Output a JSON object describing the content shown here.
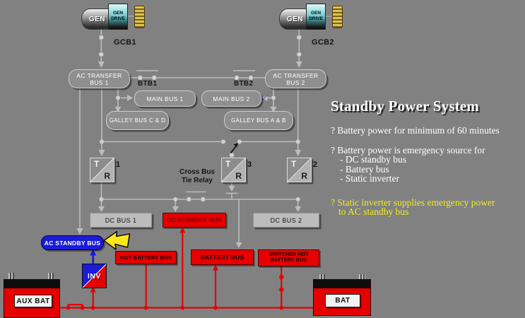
{
  "colors": {
    "background": "#818181",
    "wire_gray": "#bdbdbd",
    "circuit_red": "#e60000",
    "standby_blue": "#1b1bd8",
    "highlight_yellow": "#ffe81a",
    "note_yellow": "#f0ed20"
  },
  "generators": {
    "left": {
      "gen_label": "GEN",
      "drive_line1": "GEN",
      "drive_line2": "DRIVE",
      "breaker_label": "GCB1"
    },
    "right": {
      "gen_label": "GEN",
      "drive_line1": "GEN",
      "drive_line2": "DRIVE",
      "breaker_label": "GCB2"
    }
  },
  "breakers": {
    "btb1": "BTB1",
    "btb2": "BTB2"
  },
  "ac_buses": {
    "transfer1_line1": "AC TRANSFER",
    "transfer1_line2": "BUS 1",
    "transfer2_line1": "AC TRANSFER",
    "transfer2_line2": "BUS 2",
    "main1": "MAIN BUS 1",
    "main2": "MAIN BUS 2",
    "galley_cd": "GALLEY BUS C & D",
    "galley_ab": "GALLEY BUS A & B"
  },
  "tr": {
    "t_label": "T",
    "r_label": "R",
    "num1": "1",
    "num3": "3",
    "num2": "2",
    "cross_bus_line1": "Cross Bus",
    "cross_bus_line2": "Tie Relay"
  },
  "dc_buses": {
    "dc1": "DC BUS 1",
    "dc_standby": "DC STANDBY BUS",
    "dc2": "DC BUS 2"
  },
  "standby": {
    "ac_standby": "AC STANDBY BUS",
    "inverter": "INV"
  },
  "battery_buses": {
    "hot": "HOT BATTERY BUS",
    "battery": "BATTERY BUS",
    "switched_line1": "SWITCHED HOT",
    "switched_line2": "BATTERY BUS"
  },
  "batteries": {
    "aux": "AUX BAT",
    "main": "BAT"
  },
  "panel": {
    "title": "Standby Power System",
    "bullet1": "? Battery power for minimum of 60 minutes",
    "bullet2": "? Battery power is emergency source for",
    "bullet2_items": [
      "-  DC standby bus",
      "-  Battery bus",
      "-  Static inverter"
    ],
    "bullet3_line1": "? Static inverter supplies emergency power",
    "bullet3_line2": "to AC standby bus"
  }
}
